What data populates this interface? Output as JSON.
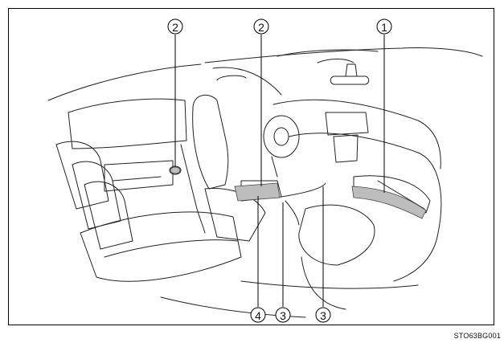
{
  "callouts": [
    {
      "id": "c1",
      "label": "1"
    },
    {
      "id": "c2a",
      "label": "2"
    },
    {
      "id": "c2b",
      "label": "2"
    },
    {
      "id": "c3a",
      "label": "3"
    },
    {
      "id": "c3b",
      "label": "3"
    },
    {
      "id": "c4",
      "label": "4"
    }
  ],
  "figure_code": "STO63BG001"
}
